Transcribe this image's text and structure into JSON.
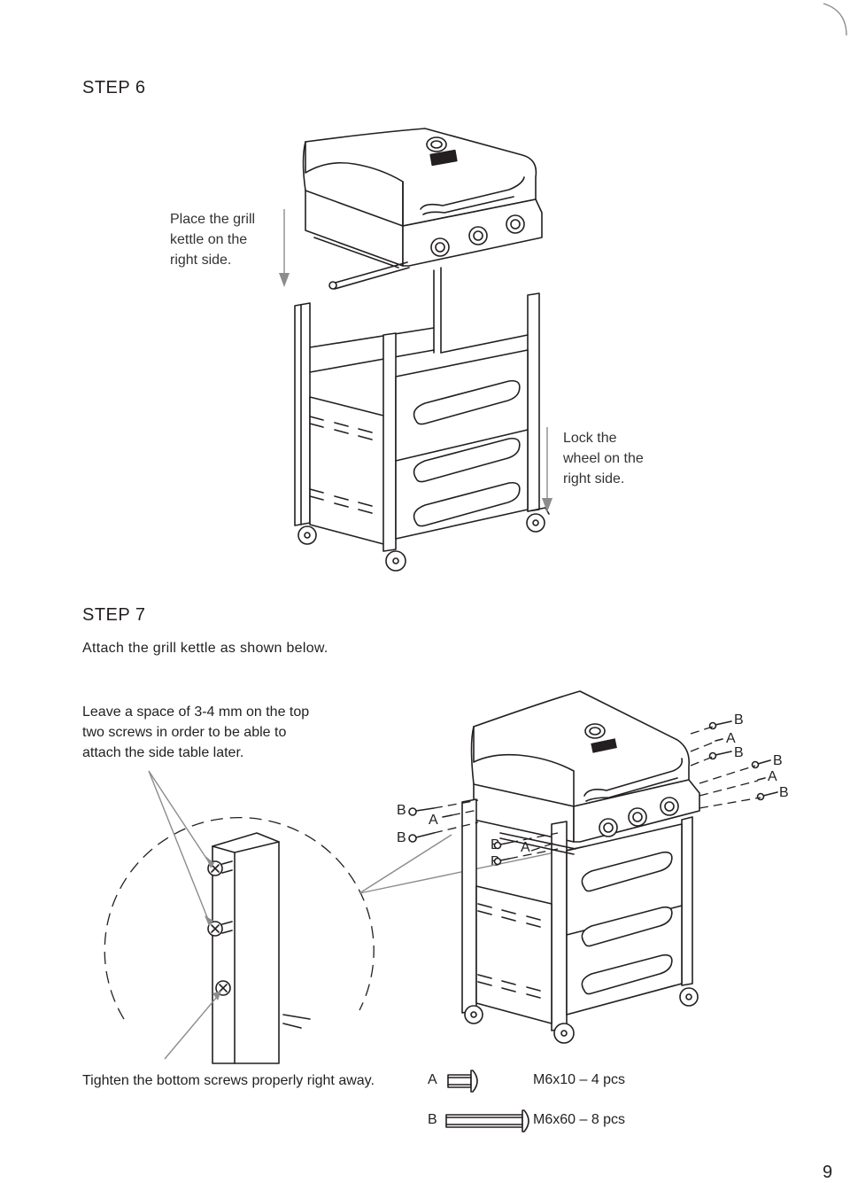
{
  "step6": {
    "title": "STEP 6",
    "callout_kettle": [
      "Place the grill",
      "kettle on the",
      "right side."
    ],
    "callout_wheel": [
      "Lock the",
      "wheel on the",
      "right side."
    ]
  },
  "step7": {
    "title": "STEP 7",
    "instruction": "Attach the grill kettle as shown below.",
    "note": [
      "Leave a space of 3-4 mm on the top",
      "two screws in order to be able to",
      "attach the side table later."
    ],
    "bottom_note": "Tighten the bottom screws properly right away.",
    "screw_labels": {
      "a": "A",
      "b": "B"
    }
  },
  "parts": [
    {
      "letter": "A",
      "spec": "M6x10 – 4 pcs",
      "icon": "short-screw-icon"
    },
    {
      "letter": "B",
      "spec": "M6x60 – 8 pcs",
      "icon": "long-screw-icon"
    }
  ],
  "page_number": "9"
}
